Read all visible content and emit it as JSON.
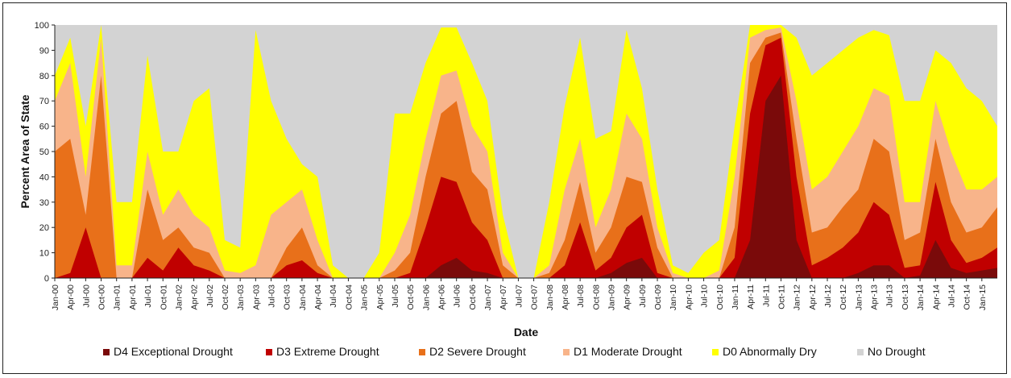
{
  "chart_data": {
    "type": "area",
    "stacked": true,
    "title": "",
    "xlabel": "Date",
    "ylabel": "Percent Area of State",
    "ylim": [
      0,
      100
    ],
    "yticks": [
      0,
      10,
      20,
      30,
      40,
      50,
      60,
      70,
      80,
      90,
      100
    ],
    "grid": false,
    "legend_position": "bottom",
    "x_tick_labels": [
      "Jan-00",
      "Apr-00",
      "Jul-00",
      "Oct-00",
      "Jan-01",
      "Apr-01",
      "Jul-01",
      "Oct-01",
      "Jan-02",
      "Apr-02",
      "Jul-02",
      "Oct-02",
      "Jan-03",
      "Apr-03",
      "Jul-03",
      "Oct-03",
      "Jan-04",
      "Apr-04",
      "Jul-04",
      "Oct-04",
      "Jan-05",
      "Apr-05",
      "Jul-05",
      "Oct-05",
      "Jan-06",
      "Apr-06",
      "Jul-06",
      "Oct-06",
      "Jan-07",
      "Apr-07",
      "Jul-07",
      "Oct-07",
      "Jan-08",
      "Apr-08",
      "Jul-08",
      "Oct-08",
      "Jan-09",
      "Apr-09",
      "Jul-09",
      "Oct-09",
      "Jan-10",
      "Apr-10",
      "Jul-10",
      "Oct-10",
      "Jan-11",
      "Apr-11",
      "Jul-11",
      "Oct-11",
      "Jan-12",
      "Apr-12",
      "Jul-12",
      "Oct-12",
      "Jan-13",
      "Apr-13",
      "Jul-13",
      "Oct-13",
      "Jan-14",
      "Apr-14",
      "Jul-14",
      "Oct-14",
      "Jan-15"
    ],
    "x_dates": [
      "2000-01",
      "2000-04",
      "2000-07",
      "2000-10",
      "2001-01",
      "2001-04",
      "2001-07",
      "2001-10",
      "2002-01",
      "2002-04",
      "2002-07",
      "2002-10",
      "2003-01",
      "2003-04",
      "2003-07",
      "2003-10",
      "2004-01",
      "2004-04",
      "2004-07",
      "2004-10",
      "2005-01",
      "2005-04",
      "2005-07",
      "2005-10",
      "2006-01",
      "2006-04",
      "2006-07",
      "2006-10",
      "2007-01",
      "2007-04",
      "2007-07",
      "2007-10",
      "2008-01",
      "2008-04",
      "2008-07",
      "2008-10",
      "2009-01",
      "2009-04",
      "2009-07",
      "2009-10",
      "2010-01",
      "2010-04",
      "2010-07",
      "2010-10",
      "2011-01",
      "2011-04",
      "2011-07",
      "2011-10",
      "2012-01",
      "2012-04",
      "2012-07",
      "2012-10",
      "2013-01",
      "2013-04",
      "2013-07",
      "2013-10",
      "2014-01",
      "2014-04",
      "2014-07",
      "2014-10",
      "2015-01",
      "2015-04"
    ],
    "series_cumulative": true,
    "series": [
      {
        "name": "D4 Exceptional Drought",
        "color": "#7a0a0a",
        "values": [
          0,
          0,
          0,
          0,
          0,
          0,
          0,
          0,
          0,
          0,
          0,
          0,
          0,
          0,
          0,
          0,
          0,
          0,
          0,
          0,
          0,
          0,
          0,
          0,
          0,
          5,
          8,
          3,
          2,
          0,
          0,
          0,
          0,
          0,
          0,
          0,
          2,
          6,
          8,
          0,
          0,
          0,
          0,
          0,
          0,
          15,
          70,
          80,
          15,
          0,
          0,
          0,
          2,
          5,
          5,
          0,
          1,
          15,
          4,
          2,
          3,
          4
        ]
      },
      {
        "name": "D3 Extreme Drought",
        "color": "#c00000",
        "values": [
          0,
          2,
          20,
          0,
          0,
          0,
          8,
          3,
          12,
          5,
          3,
          0,
          0,
          0,
          0,
          5,
          7,
          2,
          0,
          0,
          0,
          0,
          0,
          2,
          20,
          40,
          38,
          22,
          15,
          0,
          0,
          0,
          0,
          5,
          22,
          3,
          8,
          20,
          25,
          2,
          0,
          0,
          0,
          0,
          8,
          65,
          92,
          95,
          40,
          5,
          8,
          12,
          18,
          30,
          25,
          4,
          5,
          38,
          15,
          6,
          8,
          12
        ]
      },
      {
        "name": "D2 Severe Drought",
        "color": "#e8701a",
        "values": [
          50,
          55,
          25,
          80,
          0,
          0,
          35,
          15,
          20,
          12,
          10,
          0,
          0,
          0,
          0,
          12,
          20,
          5,
          0,
          0,
          0,
          0,
          3,
          10,
          40,
          65,
          70,
          42,
          35,
          5,
          0,
          0,
          2,
          15,
          38,
          10,
          20,
          40,
          38,
          12,
          0,
          0,
          0,
          0,
          20,
          85,
          95,
          97,
          55,
          18,
          20,
          28,
          35,
          55,
          50,
          15,
          18,
          55,
          30,
          18,
          20,
          28
        ]
      },
      {
        "name": "D1 Moderate Drought",
        "color": "#f8b48a",
        "values": [
          70,
          85,
          40,
          95,
          5,
          5,
          50,
          25,
          35,
          25,
          20,
          3,
          2,
          5,
          25,
          30,
          35,
          15,
          0,
          0,
          0,
          0,
          10,
          25,
          55,
          80,
          82,
          60,
          50,
          10,
          0,
          0,
          5,
          35,
          55,
          20,
          35,
          65,
          55,
          20,
          2,
          0,
          0,
          3,
          40,
          95,
          98,
          99,
          70,
          35,
          40,
          50,
          60,
          75,
          72,
          30,
          30,
          70,
          50,
          35,
          35,
          40
        ]
      },
      {
        "name": "D0 Abnormally Dry",
        "color": "#ffff00",
        "values": [
          80,
          95,
          60,
          100,
          30,
          30,
          88,
          50,
          50,
          70,
          75,
          15,
          12,
          98,
          70,
          55,
          45,
          40,
          5,
          0,
          0,
          10,
          65,
          65,
          85,
          99,
          99,
          85,
          70,
          25,
          0,
          0,
          30,
          68,
          95,
          55,
          58,
          98,
          75,
          35,
          5,
          2,
          10,
          15,
          60,
          100,
          100,
          100,
          95,
          80,
          85,
          90,
          95,
          98,
          96,
          70,
          70,
          90,
          85,
          75,
          70,
          60
        ]
      },
      {
        "name": "No Drought",
        "color": "#d3d3d3",
        "values": [
          100,
          100,
          100,
          100,
          100,
          100,
          100,
          100,
          100,
          100,
          100,
          100,
          100,
          100,
          100,
          100,
          100,
          100,
          100,
          100,
          100,
          100,
          100,
          100,
          100,
          100,
          100,
          100,
          100,
          100,
          100,
          100,
          100,
          100,
          100,
          100,
          100,
          100,
          100,
          100,
          100,
          100,
          100,
          100,
          100,
          100,
          100,
          100,
          100,
          100,
          100,
          100,
          100,
          100,
          100,
          100,
          100,
          100,
          100,
          100,
          100,
          100
        ]
      }
    ]
  }
}
